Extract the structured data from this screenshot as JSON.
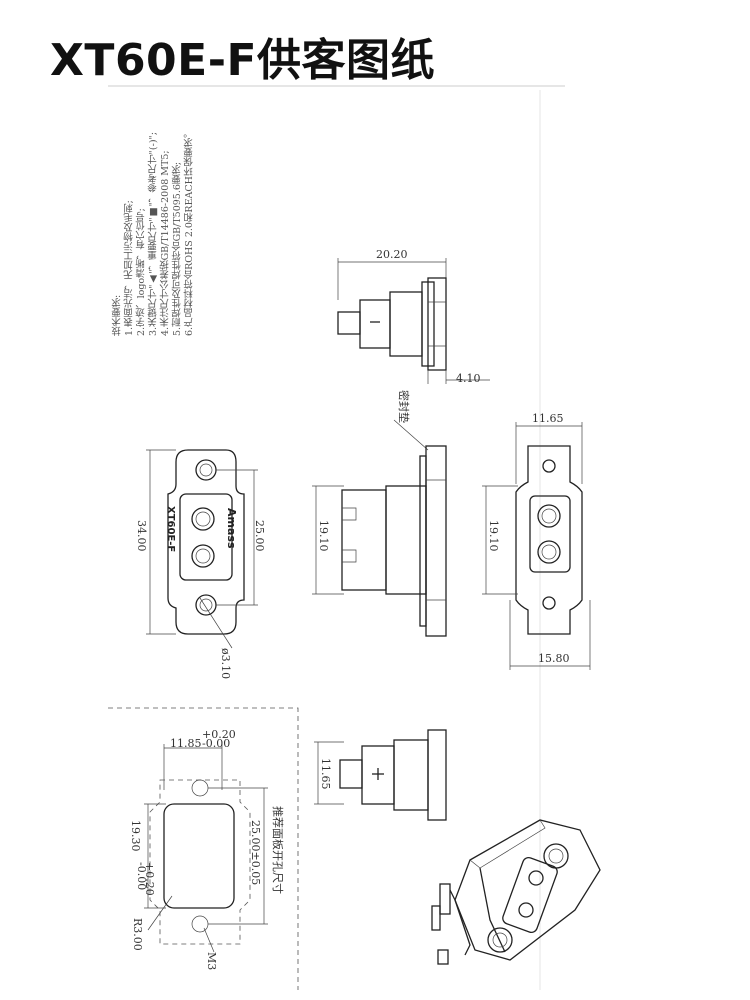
{
  "title": "XT60E-F供客图纸",
  "notes": {
    "heading": "技术要求:",
    "items": [
      "1.表面光洁，无加工污物及毛刺;",
      "2.字迹、logo清晰，有穴位号;",
      "3.关键尺寸\"▲\"，重要尺寸\"■\"，参考尺寸\"(-)\";",
      "4.未注尺寸公差按GB/T14486-2008 MT5;",
      "5.耐焊性及可焊性符合GB/T5095.6要求;",
      "6.产品材料符合ROHS 2.0和REACH环保要求。"
    ]
  },
  "dimensions": {
    "top_width": "20.20",
    "top_flange": "4.10",
    "seal_label": "密封垫",
    "right_width": "11.65",
    "front_height": "34.00",
    "front_inner": "25.00",
    "side_height": "19.10",
    "right_height": "19.10",
    "right_bottom": "15.80",
    "hole_dia": "ø3.10",
    "cutout_width": "11.85",
    "cutout_width_tol_upper": "+0.20",
    "cutout_width_tol_lower": "-0.00",
    "cutout_height": "19.30",
    "cutout_height_tol_upper": "+0.20",
    "cutout_height_tol_lower": "-0.00",
    "cutout_pitch": "25.00±0.05",
    "cutout_label": "推荐面板开孔尺寸",
    "cutout_radius": "R3.00",
    "cutout_thread": "M3",
    "bottom_height": "11.65"
  },
  "part_marking": {
    "brand": "Amass",
    "model": "XT60E-F"
  }
}
